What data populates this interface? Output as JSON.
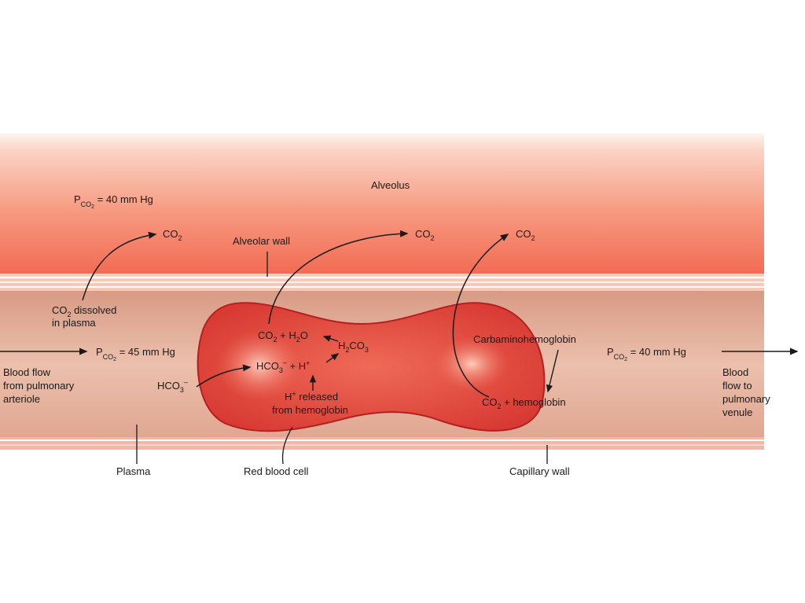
{
  "alveolus": {
    "title": "Alveolus",
    "pco2": {
      "p": "P",
      "sub": "CO",
      "sub2": "2",
      "rest": " = 40 mm Hg"
    },
    "co2_1": {
      "main": "CO",
      "sub": "2"
    },
    "co2_2": {
      "main": "CO",
      "sub": "2"
    },
    "co2_3": {
      "main": "CO",
      "sub": "2"
    }
  },
  "labels": {
    "alveolar_wall": "Alveolar wall",
    "dissolved": {
      "co": "CO",
      "sub": "2",
      "rest": " dissolved",
      "line2": "in plasma"
    },
    "pco2_in": {
      "p": "P",
      "sub": "CO",
      "sub2": "2",
      "rest": " = 45 mm Hg"
    },
    "pco2_out": {
      "p": "P",
      "sub": "CO",
      "sub2": "2",
      "rest": " = 40 mm Hg"
    },
    "flow_in": [
      "Blood flow",
      "from pulmonary",
      "arteriole"
    ],
    "flow_out": [
      "Blood",
      "flow to",
      "pulmonary",
      "venule"
    ],
    "hco3_plasma": {
      "main": "HCO",
      "sub": "3",
      "sup": "–"
    },
    "plasma": "Plasma",
    "red_blood_cell": "Red blood cell",
    "capillary_wall": "Capillary wall",
    "carbamino": "Carbaminohemoglobin"
  },
  "reactions": {
    "r1": {
      "a": "CO",
      "a_sub": "2",
      "plus": " + H",
      "b_sub": "2",
      "b": "O"
    },
    "r2": {
      "a": "H",
      "a_sub": "2",
      "b": "CO",
      "b_sub": "3"
    },
    "r3": {
      "a": "HCO",
      "a_sub": "3",
      "a_sup": "–",
      "plus": " + H",
      "sup": "+"
    },
    "h_release": {
      "h": "H",
      "sup": "+",
      "rest": " released",
      "line2": "from hemoglobin"
    },
    "r4": {
      "a": "CO",
      "a_sub": "2",
      "rest": " +  hemoglobin"
    }
  },
  "colors": {
    "alveolus_top": "#fde0d6",
    "alveolus_bottom": "#f26d55",
    "plasma": "#e7b8a4",
    "rbc_fill": "#e14a3c",
    "rbc_edge": "#b51f22"
  }
}
